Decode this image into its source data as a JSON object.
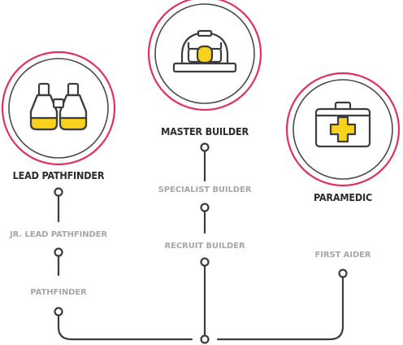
{
  "tracks": [
    {
      "title": "LEAD PATHFINDER",
      "icon": "binoculars-icon",
      "ranks": [
        "JR. LEAD PATHFINDER",
        "PATHFINDER"
      ]
    },
    {
      "title": "MASTER BUILDER",
      "icon": "hard-hat-icon",
      "ranks": [
        "SPECIALIST BUILDER",
        "RECRUIT BUILDER"
      ]
    },
    {
      "title": "PARAMEDIC",
      "icon": "first-aid-kit-icon",
      "ranks": [
        "FIRST AIDER"
      ]
    }
  ],
  "colors": {
    "ring": "#e0315d",
    "line": "#3d3d3d",
    "accent": "#f8d21c",
    "title": "#2c2c2c",
    "rank": "#a7a7a7"
  }
}
